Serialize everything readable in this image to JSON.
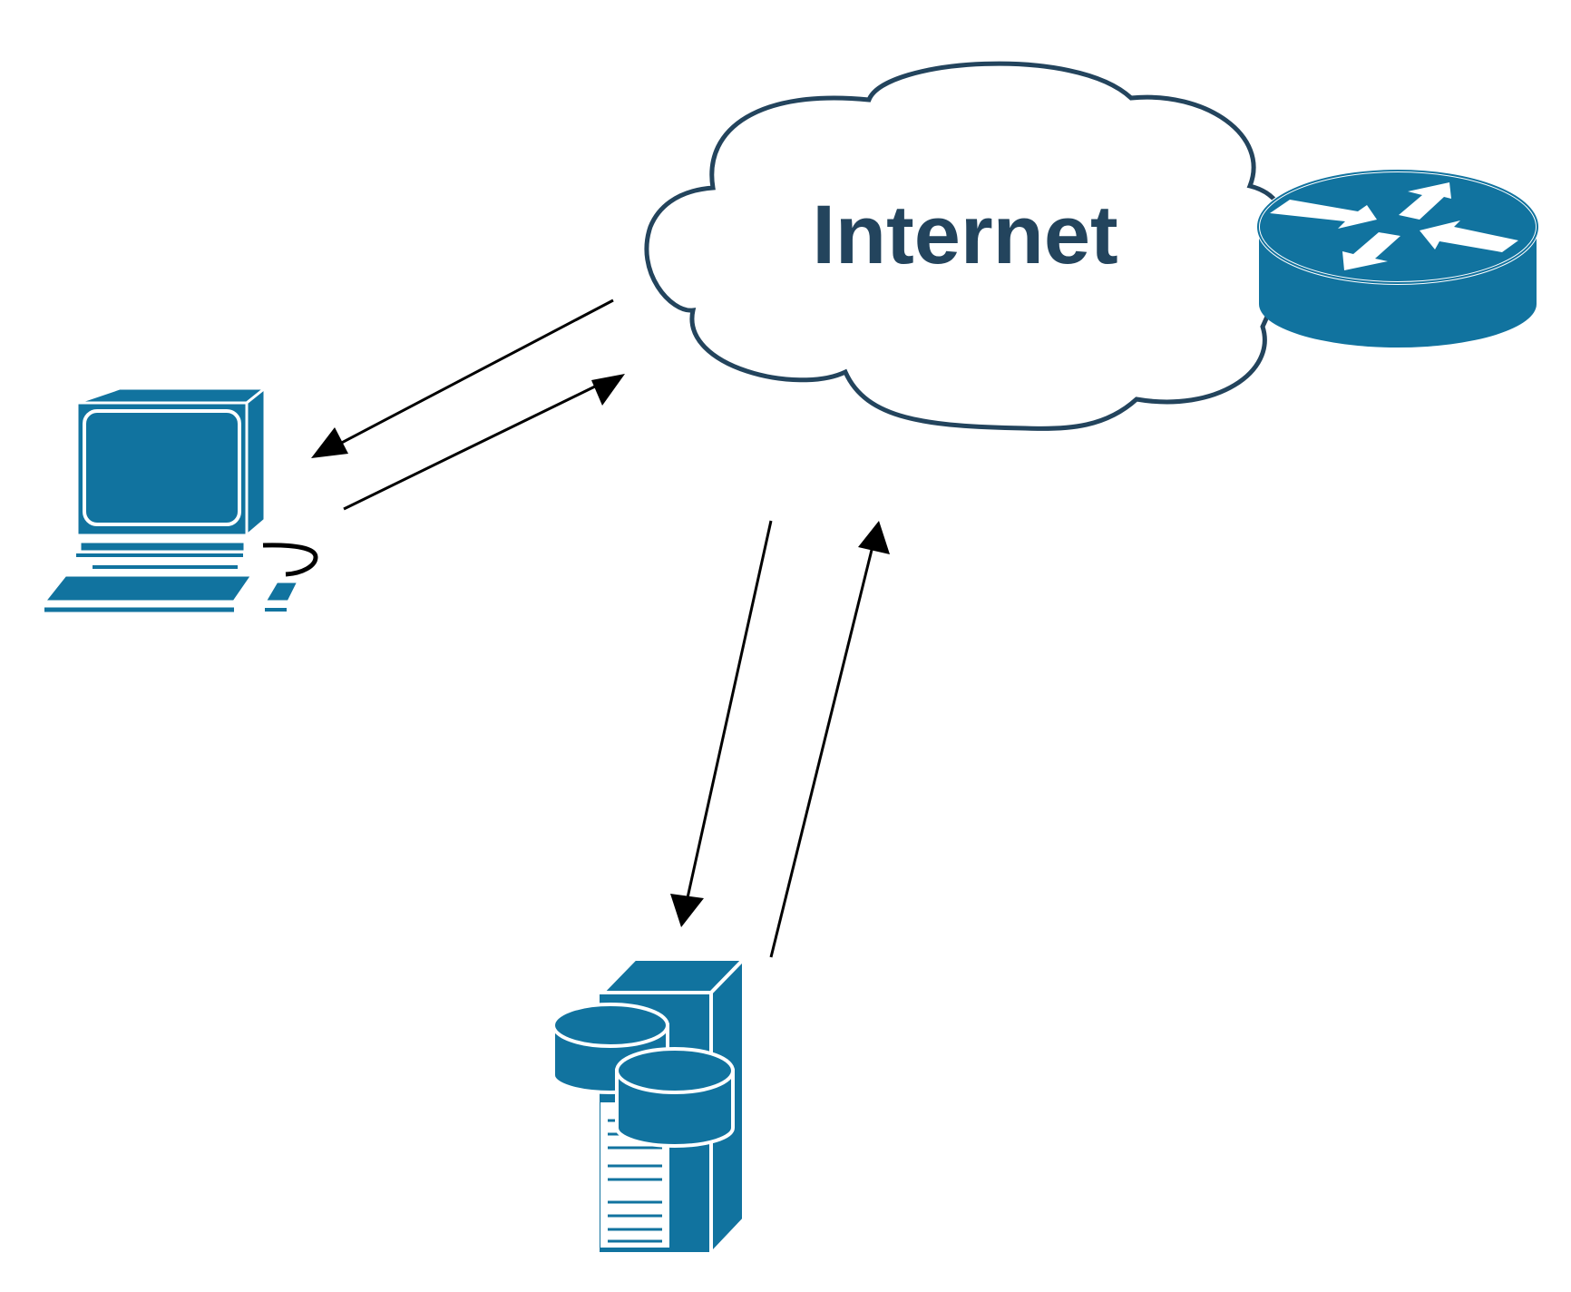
{
  "cloud": {
    "label": "Internet"
  },
  "colors": {
    "device_fill": "#11739f",
    "cloud_stroke": "#23445d",
    "arrow": "#000000",
    "background": "#ffffff",
    "highlight": "#ffffff"
  },
  "nodes": [
    {
      "id": "client-computer",
      "icon": "workstation-icon"
    },
    {
      "id": "internet-cloud",
      "icon": "cloud-icon"
    },
    {
      "id": "router",
      "icon": "router-icon"
    },
    {
      "id": "database-server",
      "icon": "database-server-icon"
    }
  ],
  "edges": [
    {
      "from": "internet-cloud",
      "to": "client-computer"
    },
    {
      "from": "client-computer",
      "to": "internet-cloud"
    },
    {
      "from": "internet-cloud",
      "to": "database-server"
    },
    {
      "from": "database-server",
      "to": "internet-cloud"
    }
  ]
}
